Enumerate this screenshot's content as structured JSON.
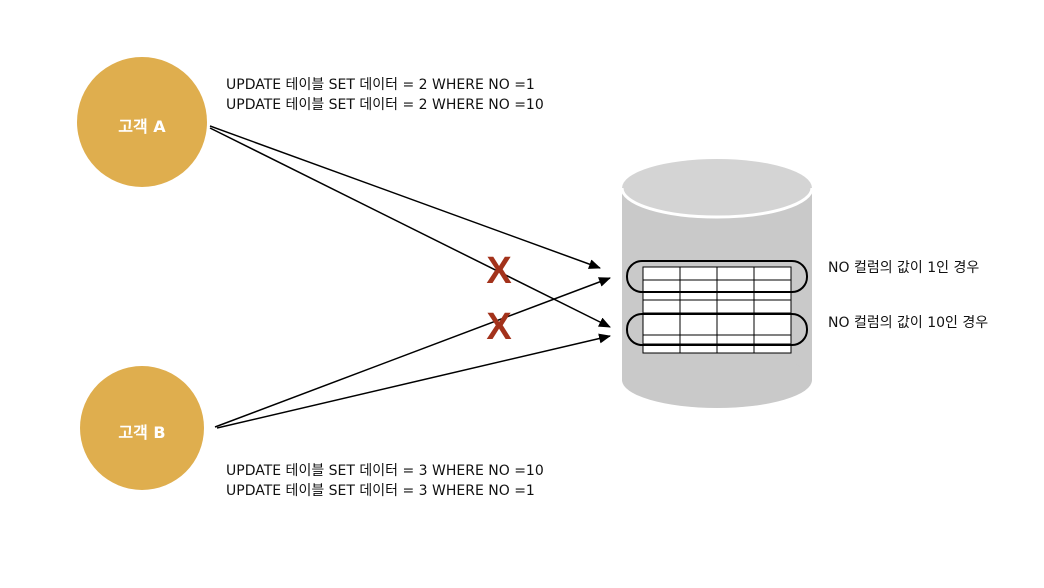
{
  "customers": {
    "a": {
      "label": "고객 A",
      "queries": [
        "UPDATE 테이블 SET 데이터 = 2 WHERE NO =1",
        "UPDATE 테이블 SET 데이터 = 2 WHERE NO =10"
      ]
    },
    "b": {
      "label": "고객 B",
      "queries": [
        "UPDATE 테이블 SET 데이터 = 3 WHERE NO =10",
        "UPDATE 테이블 SET 데이터 = 3 WHERE NO =1"
      ]
    }
  },
  "rows": {
    "no1": "NO 컬럼의 값이 1인 경우",
    "no10": "NO 컬럼의 값이 10인 경우"
  },
  "conflict_marks": [
    "X",
    "X"
  ],
  "colors": {
    "customer": "#DFAE4E",
    "database_body": "#C9C9C9",
    "database_top": "#D2D2D2",
    "conflict": "#A3321B",
    "arrow": "#000000"
  }
}
